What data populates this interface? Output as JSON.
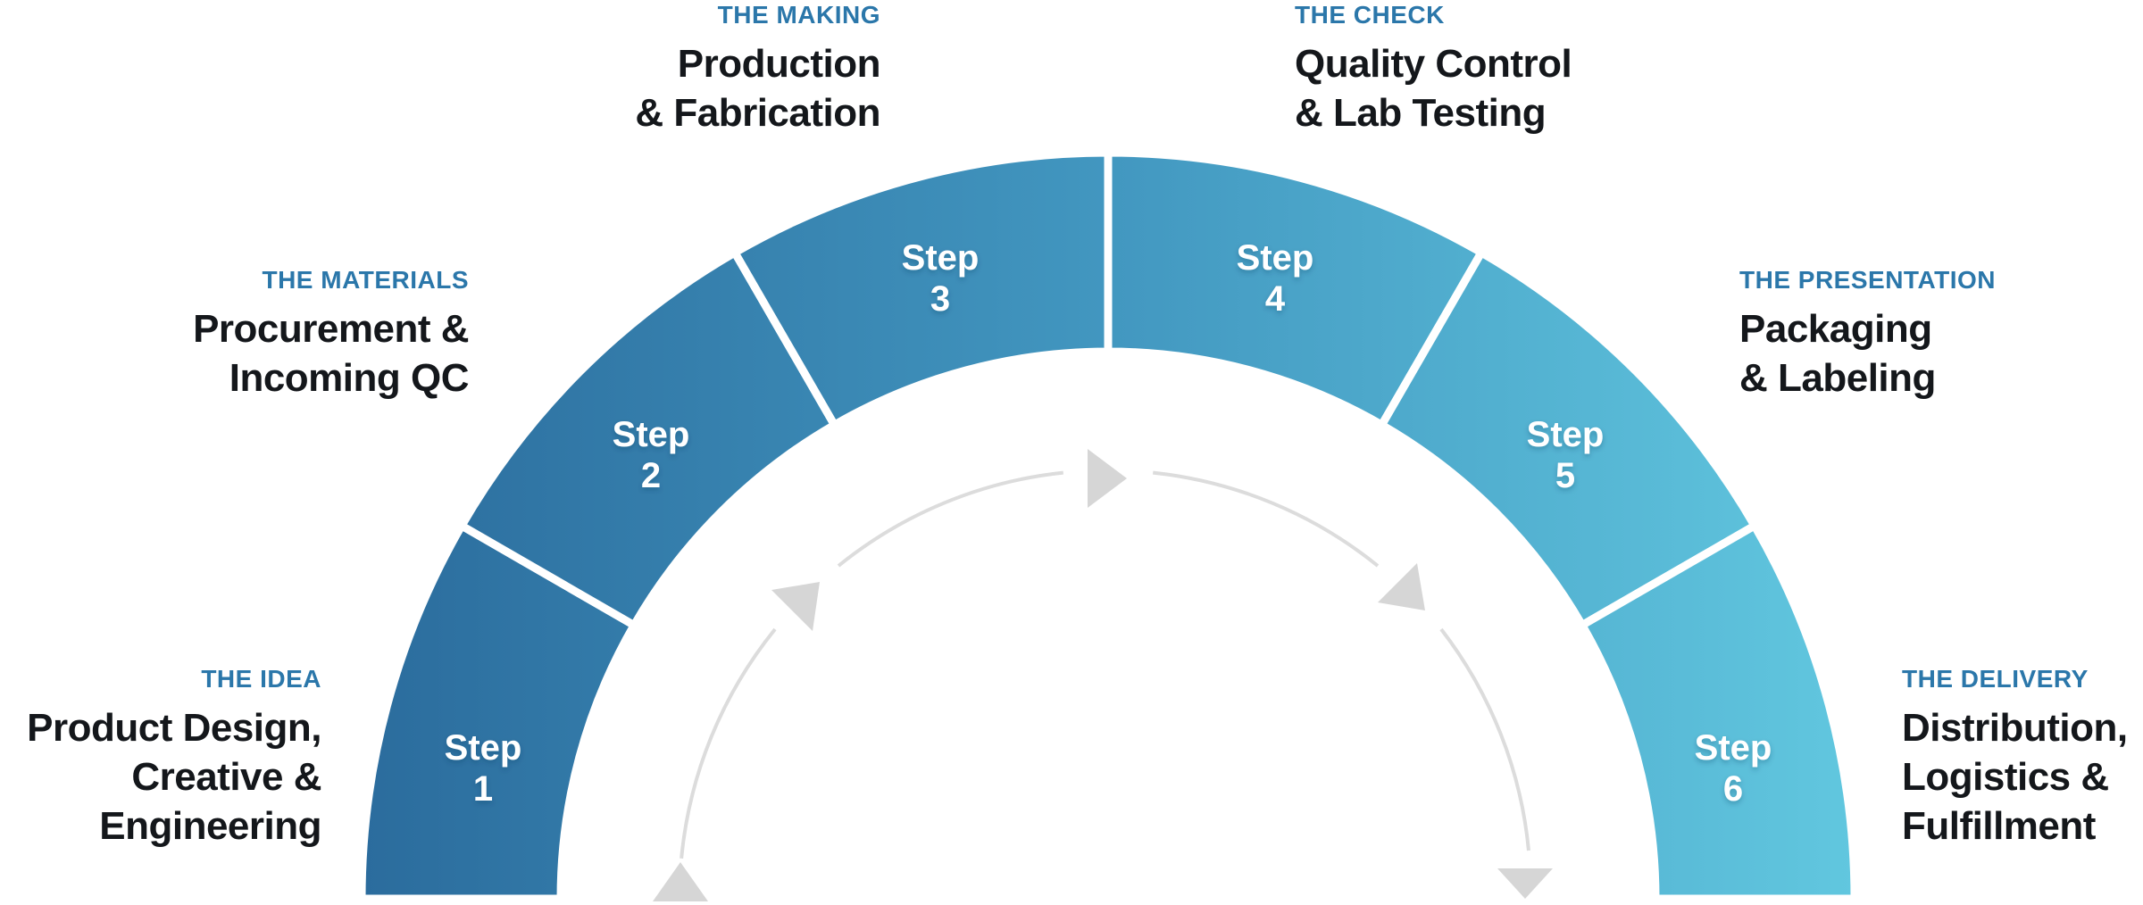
{
  "diagram": {
    "colors": {
      "ring_gradient_start": "#2b6c9d",
      "ring_gradient_mid": "#4297c0",
      "ring_gradient_end": "#61c7df",
      "segment_divider": "#ffffff",
      "eyebrow_blue": "#2b77aa",
      "heading_black": "#14171b",
      "step_text": "#ffffff",
      "cycle_line_gray": "#dcdcdc",
      "cycle_arrow_gray": "#d6d6d6"
    },
    "steps": [
      {
        "word": "Step",
        "num": "1"
      },
      {
        "word": "Step",
        "num": "2"
      },
      {
        "word": "Step",
        "num": "3"
      },
      {
        "word": "Step",
        "num": "4"
      },
      {
        "word": "Step",
        "num": "5"
      },
      {
        "word": "Step",
        "num": "6"
      }
    ],
    "labels": {
      "idea": {
        "eyebrow": "THE IDEA",
        "line1": "Product Design,",
        "line2": "Creative &",
        "line3": "Engineering"
      },
      "materials": {
        "eyebrow": "THE MATERIALS",
        "line1": "Procurement &",
        "line2": "Incoming QC"
      },
      "making": {
        "eyebrow": "THE MAKING",
        "line1": "Production",
        "line2": "& Fabrication"
      },
      "check": {
        "eyebrow": "THE CHECK",
        "line1": "Quality Control",
        "line2": "& Lab Testing"
      },
      "presentation": {
        "eyebrow": "THE PRESENTATION",
        "line1": "Packaging",
        "line2": "& Labeling"
      },
      "delivery": {
        "eyebrow": "THE DELIVERY",
        "line1": "Distribution,",
        "line2": "Logistics &",
        "line3": "Fulfillment"
      }
    }
  }
}
